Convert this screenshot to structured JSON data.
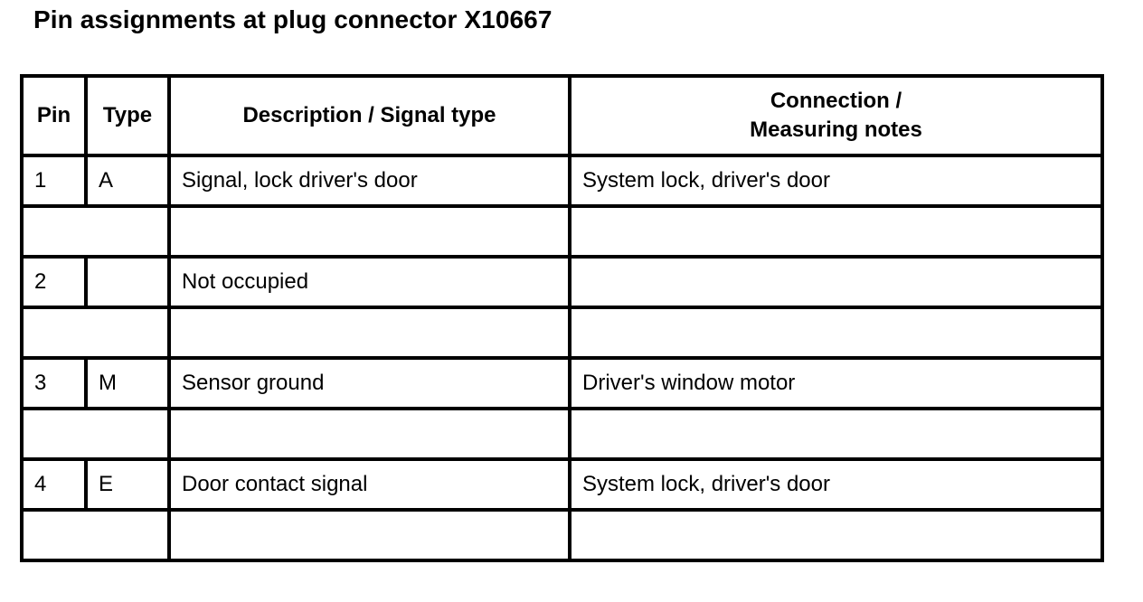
{
  "title": "Pin assignments at plug connector X10667",
  "table": {
    "headers": {
      "pin": "Pin",
      "type": "Type",
      "description": "Description / Signal type",
      "connection_line1": "Connection /",
      "connection_line2": "Measuring notes"
    },
    "rows": [
      {
        "pin": "1",
        "type": "A",
        "description": "Signal, lock driver's door",
        "connection": "System lock, driver's door"
      },
      {
        "pin": "2",
        "type": "",
        "description": "Not occupied",
        "connection": ""
      },
      {
        "pin": "3",
        "type": "M",
        "description": "Sensor ground",
        "connection": "Driver's window motor"
      },
      {
        "pin": "4",
        "type": "E",
        "description": "Door contact signal",
        "connection": "System lock, driver's door"
      }
    ]
  }
}
